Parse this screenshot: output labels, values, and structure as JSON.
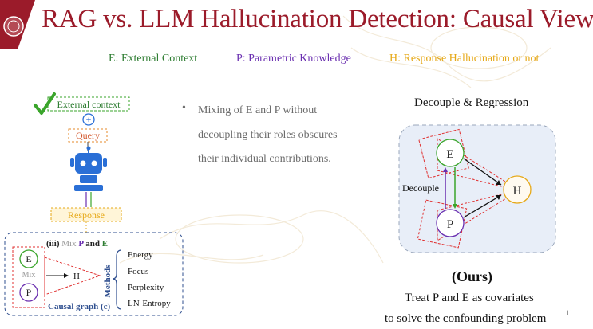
{
  "slide": {
    "title": "RAG vs. LLM Hallucination Detection: Causal View",
    "page_number": "11"
  },
  "legend": {
    "e": "E: External Context",
    "p": "P: Parametric Knowledge",
    "h": "H: Response Hallucination or not"
  },
  "left_diagram": {
    "external_context": "External context",
    "plus": "+",
    "query": "Query",
    "response": "Response",
    "panel_prefix": "(iii) ",
    "panel_mix": "Mix ",
    "panel_p": "P",
    "panel_and": " and ",
    "panel_e": "E",
    "node_e": "E",
    "node_p": "P",
    "node_h": "H",
    "mix_label": "Mix",
    "methods_label": "Methods",
    "methods": [
      "Energy",
      "Focus",
      "Perplexity",
      "LN-Entropy"
    ],
    "caption": "Causal graph (c)"
  },
  "bullet": {
    "marker": "•",
    "lines": [
      "Mixing of E and P without",
      "decoupling their roles obscures",
      "their individual contributions."
    ]
  },
  "right_diagram": {
    "title": "Decouple & Regression",
    "node_e": "E",
    "node_p": "P",
    "node_h": "H",
    "decouple_label": "Decouple"
  },
  "conclusion": {
    "ours": "(Ours)",
    "line1": "Treat P and E as covariates",
    "line2": "to solve the confounding problem"
  },
  "colors": {
    "title": "#9b1b2a",
    "legend_e": "#2e7d32",
    "legend_p": "#6a2fb0",
    "legend_h": "#e6a817",
    "check": "#3aa52b",
    "robot": "#2a6fd6",
    "panel_border": "#2f4f8f",
    "red_dash": "#e03030"
  }
}
